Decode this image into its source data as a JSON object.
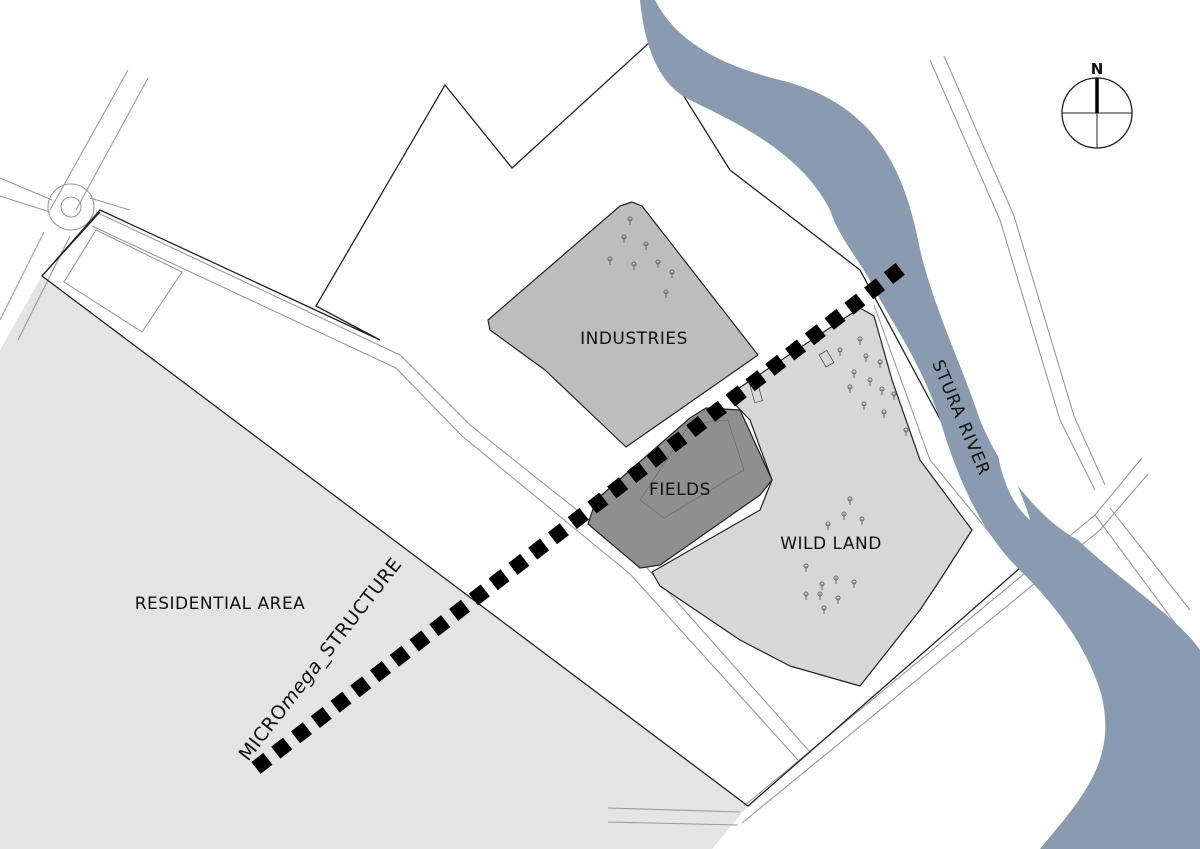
{
  "colors": {
    "residential": "#e4e4e4",
    "industries": "#bdbdbd",
    "fields": "#8f8f8f",
    "wild_land": "#d7d7d7",
    "river": "#8a9bb0",
    "structure": "#000000"
  },
  "labels": {
    "industries": "INDUSTRIES",
    "fields": "FIELDS",
    "wild_land": "WILD LAND",
    "residential_area": "RESIDENTIAL AREA",
    "river": "STURA RIVER",
    "structure_micro": "MICRO",
    "structure_mega": "mega",
    "structure_rest": "_STRUCTURE"
  },
  "compass": {
    "north": "N"
  },
  "icons": [
    "compass-rose-icon",
    "tree-icon"
  ]
}
